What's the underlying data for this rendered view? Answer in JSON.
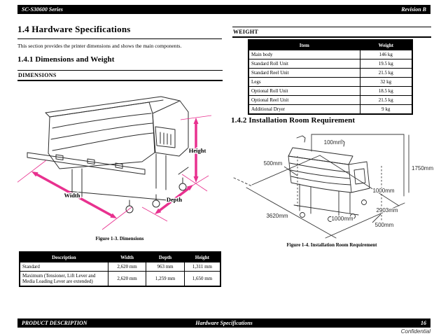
{
  "header": {
    "product": "SC-S30600 Series",
    "revision": "Revision B"
  },
  "sections": {
    "main_title": "1.4  Hardware Specifications",
    "intro": "This section provides the printer dimensions and shows the main components.",
    "sub1": "1.4.1  Dimensions and Weight",
    "dimensions_label": "DIMENSIONS",
    "weight_label": "WEIGHT",
    "sub2": "1.4.2  Installation Room Requirement"
  },
  "figure1": {
    "caption": "Figure 1-3.  Dimensions",
    "labels": {
      "width": "Width",
      "depth": "Depth",
      "height": "Height"
    }
  },
  "dimensions_table": {
    "headers": [
      "Description",
      "Width",
      "Depth",
      "Height"
    ],
    "rows": [
      [
        "Standard",
        "2,620 mm",
        "963 mm",
        "1,311 mm"
      ],
      [
        "Maximum (Tensioner, Lift Lever and Media Loading Lever are extended)",
        "2,620 mm",
        "1,259 mm",
        "1,650 mm"
      ]
    ]
  },
  "weight_table": {
    "headers": [
      "Item",
      "Weight"
    ],
    "rows": [
      [
        "Main body",
        "146 kg"
      ],
      [
        "Standard Roll Unit",
        "19.5 kg"
      ],
      [
        "Standard Reel Unit",
        "21.5 kg"
      ],
      [
        "Legs",
        "32 kg"
      ],
      [
        "Optional Roll Unit",
        "18.5 kg"
      ],
      [
        "Optional Reel Unit",
        "21.5 kg"
      ],
      [
        "Additional Dryer",
        "9 kg"
      ]
    ]
  },
  "figure2": {
    "caption": "Figure 1-4.  Installation Room Requirement",
    "labels": {
      "top_clearance": "100mm",
      "left_clearance": "500mm",
      "height": "1750mm",
      "right_clearance": "1000mm",
      "depth": "2903mm",
      "width": "3620mm",
      "front_clearance": "1000mm",
      "back_clearance": "500mm"
    }
  },
  "footer": {
    "left": "PRODUCT DESCRIPTION",
    "center": "Hardware Specifications",
    "page": "16",
    "confidential": "Confidential"
  },
  "colors": {
    "accent_magenta": "#e8318f"
  }
}
